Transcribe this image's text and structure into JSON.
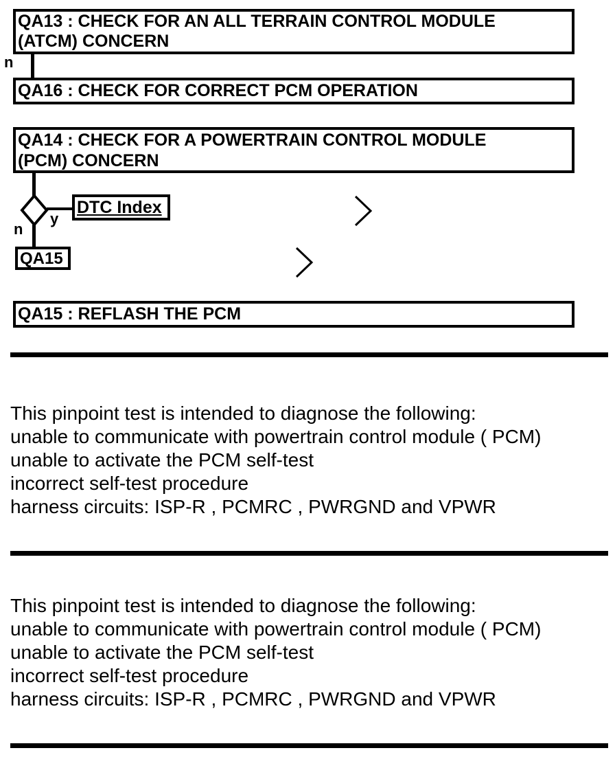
{
  "page": {
    "background_color": "#ffffff",
    "ink_color": "#000000"
  },
  "flowchart": {
    "qa13": {
      "line1": "QA13 : CHECK FOR AN ALL TERRAIN CONTROL MODULE",
      "line2": "(ATCM) CONCERN",
      "branch_label": "n"
    },
    "qa16": {
      "title": "QA16 : CHECK FOR CORRECT PCM OPERATION"
    },
    "qa14": {
      "line1": "QA14 : CHECK FOR A POWERTRAIN CONTROL MODULE",
      "line2": "(PCM) CONCERN"
    },
    "decision": {
      "no_label": "n",
      "yes_label": "y"
    },
    "dtc_index_link": "DTC Index",
    "qa15_ref": "QA15",
    "qa15": {
      "title": "QA15 : REFLASH THE PCM"
    },
    "icons": {
      "chevron_right": "chevron-right-icon"
    }
  },
  "sections": [
    {
      "lines": [
        "This pinpoint test is intended to diagnose the following:",
        "unable to communicate with powertrain control module ( PCM)",
        "unable to activate the PCM self-test",
        "incorrect self-test procedure",
        "harness circuits: ISP-R , PCMRC , PWRGND and VPWR"
      ]
    },
    {
      "lines": [
        "This pinpoint test is intended to diagnose the following:",
        "unable to communicate with powertrain control module ( PCM)",
        "unable to activate the PCM self-test",
        "incorrect self-test procedure",
        "harness circuits: ISP-R , PCMRC , PWRGND and VPWR"
      ]
    }
  ]
}
